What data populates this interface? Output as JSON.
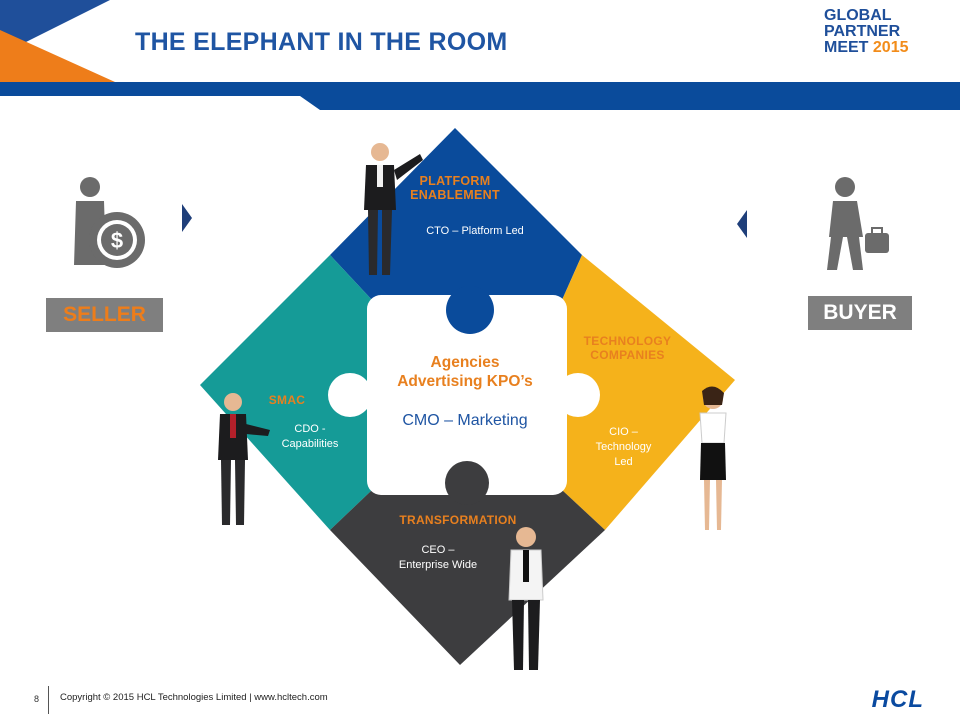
{
  "header": {
    "title": "THE ELEPHANT IN THE ROOM",
    "logo_line1": "GLOBAL",
    "logo_line2": "PARTNER",
    "logo_line3": "MEET",
    "logo_year": "2015"
  },
  "colors": {
    "blue": "#0a4b9b",
    "orange": "#ee7d1a",
    "yellow": "#f5b21b",
    "teal": "#159b97",
    "dark": "#3d3d3f",
    "label_orange": "#e8801f"
  },
  "seller": {
    "label": "SELLER",
    "icon": "dollar-person-icon"
  },
  "buyer": {
    "label": "BUYER",
    "icon": "briefcase-person-icon"
  },
  "segments": {
    "top": {
      "title_line1": "PLATFORM",
      "title_line2": "ENABLEMENT",
      "desc": "CTO  – Platform Led"
    },
    "right": {
      "title_line1": "TECHNOLOGY",
      "title_line2": "COMPANIES",
      "desc_line1": "CIO –",
      "desc_line2": "Technology",
      "desc_line3": "Led"
    },
    "left": {
      "title": "SMAC",
      "desc_line1": "CDO  -",
      "desc_line2": "Capabilities"
    },
    "bottom": {
      "title": "TRANSFORMATION",
      "desc_line1": "CEO –",
      "desc_line2": "Enterprise Wide"
    }
  },
  "center": {
    "title_line1": "Agencies",
    "title_line2": "Advertising KPO’s",
    "subtitle": "CMO – Marketing"
  },
  "footer": {
    "page": "8",
    "copyright": "Copyright © 2015 HCL Technologies Limited  |  www.hcltech.com",
    "brand": "HCL"
  }
}
